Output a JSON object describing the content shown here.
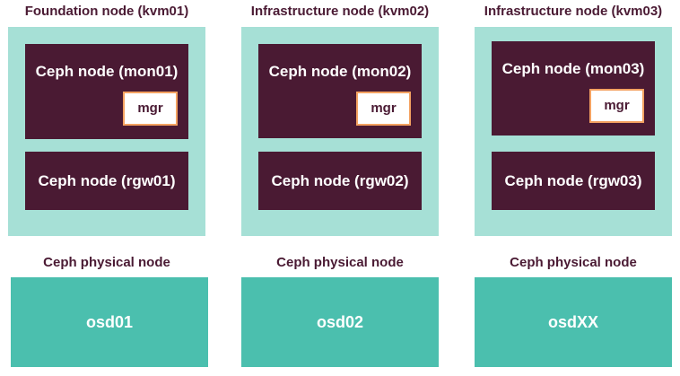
{
  "colors": {
    "host_bg": "#a6e0d6",
    "ceph_bg": "#4a1a33",
    "mgr_border": "#f4a261",
    "osd_bg": "#4bbfae",
    "title_text": "#4a1a33"
  },
  "columns": [
    {
      "title": "Foundation node (kvm01)",
      "mon_label": "Ceph node (mon01)",
      "mgr_label": "mgr",
      "rgw_label": "Ceph node (rgw01)",
      "physical_title": "Ceph physical node",
      "osd_label": "osd01"
    },
    {
      "title": "Infrastructure node (kvm02)",
      "mon_label": "Ceph node (mon02)",
      "mgr_label": "mgr",
      "rgw_label": "Ceph node (rgw02)",
      "physical_title": "Ceph physical node",
      "osd_label": "osd02"
    },
    {
      "title": "Infrastructure node (kvm03)",
      "mon_label": "Ceph node (mon03)",
      "mgr_label": "mgr",
      "rgw_label": "Ceph node (rgw03)",
      "physical_title": "Ceph physical node",
      "osd_label": "osdXX"
    }
  ]
}
